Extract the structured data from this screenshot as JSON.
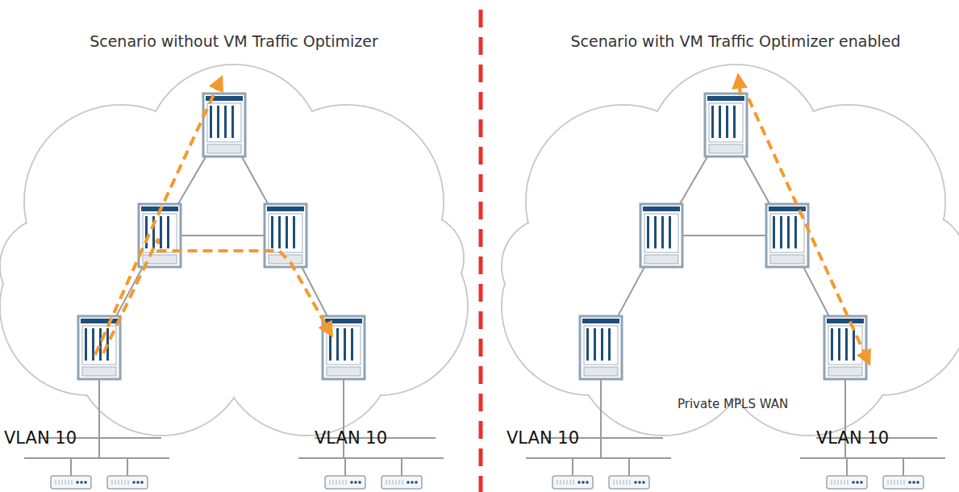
{
  "diagram": {
    "labels": [
      "Scenario without VM Traffic Optimizer",
      "Scenario with VM Traffic Optimizer enabled",
      "VLAN 10",
      "VLAN 10",
      "Private MPLS WAN",
      "VLAN 10",
      "VLAN 10"
    ]
  }
}
